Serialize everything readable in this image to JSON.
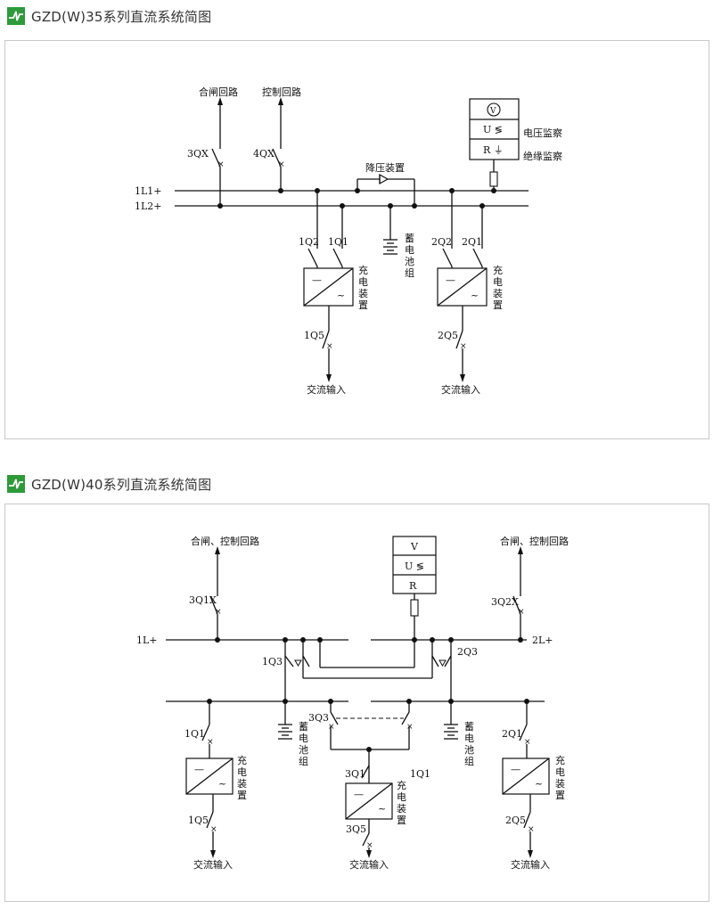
{
  "colors": {
    "accent": "#2e9a3a",
    "border": "#c8c8c8",
    "line": "#111111"
  },
  "logo_icon": "green-lightning-logo",
  "diagram35": {
    "title": "GZD(W)35系列直流系统简图",
    "bus1": "1L1+",
    "bus2": "1L2+",
    "close_circuit": "合闸回路",
    "control_circuit": "控制回路",
    "sw_3qx": "3QX",
    "sw_4qx": "4QX",
    "step_down": "降压装置",
    "monitor_v": "V",
    "monitor_u": "U ≶",
    "monitor_r": "R ⏚",
    "voltage_monitor": "电压监察",
    "insulation_monitor": "绝缘监察",
    "battery_chars": [
      "蓄",
      "电",
      "池",
      "组"
    ],
    "charger_chars": [
      "充",
      "电",
      "装",
      "置"
    ],
    "conv_dc": "—",
    "conv_ac": "~",
    "sw_1q2": "1Q2",
    "sw_1q1": "1Q1",
    "sw_2q2": "2Q2",
    "sw_2q1": "2Q1",
    "sw_1q5": "1Q5",
    "sw_2q5": "2Q5",
    "ac_input": "交流输入"
  },
  "diagram40": {
    "title": "GZD(W)40系列直流系统简图",
    "bus_left": "1L+",
    "bus_right": "2L+",
    "close_control": "合闸、控制回路",
    "sw_3q1x": "3Q1X",
    "sw_3q2x": "3Q2X",
    "monitor_v": "V",
    "monitor_u": "U ≶",
    "monitor_r": "R",
    "sw_1q3": "1Q3",
    "sw_2q3": "2Q3",
    "sw_3q3": "3Q3",
    "battery_chars": [
      "蓄",
      "电",
      "池",
      "组"
    ],
    "charger_chars": [
      "充",
      "电",
      "装",
      "置"
    ],
    "conv_dc": "—",
    "conv_ac": "~",
    "sw_1q1": "1Q1",
    "sw_2q1": "2Q1",
    "sw_3q1": "3Q1",
    "sw_1q1_mid": "1Q1",
    "sw_1q5": "1Q5",
    "sw_2q5": "2Q5",
    "sw_3q5": "3Q5",
    "ac_input": "交流输入"
  }
}
